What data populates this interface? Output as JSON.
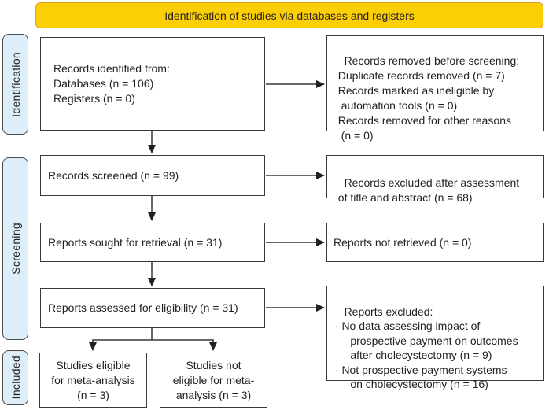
{
  "banner": {
    "label": "Identification of studies via databases and registers"
  },
  "sidebar": {
    "identification": "Identification",
    "screening": "Screening",
    "included": "Included"
  },
  "boxes": {
    "records_identified": "Records identified from:\nDatabases (n = 106)\nRegisters (n = 0)",
    "records_removed": "Records removed before screening:\n  Duplicate records removed (n = 7)\n  Records marked as ineligible by\n   automation tools (n = 0)\n  Records removed for other reasons\n   (n = 0)",
    "records_screened": "Records screened (n = 99)",
    "records_excluded": "Records excluded after assessment\n  of title and abstract (n = 68)",
    "reports_sought": "Reports sought for retrieval (n = 31)",
    "reports_not_retrieved": "Reports not retrieved (n = 0)",
    "reports_assessed": "Reports assessed for eligibility (n = 31)",
    "reports_excluded": "Reports excluded:\n · No data assessing impact of\n      prospective payment on outcomes\n      after cholecystectomy (n = 9)\n · Not prospective payment systems\n      on cholecystectomy (n = 16)",
    "studies_eligible": "Studies eligible\nfor meta-analysis\n(n = 3)",
    "studies_not_eligible": "Studies not\neligible for meta-\nanalysis (n = 3)"
  },
  "colors": {
    "banner_fill": "#FCCE05",
    "banner_border": "#DFA126",
    "stage_fill": "#DEEEF9",
    "stage_border": "#4B4B4D",
    "box_border": "#3B3839",
    "text": "#231F20",
    "line": "#3B3738"
  }
}
